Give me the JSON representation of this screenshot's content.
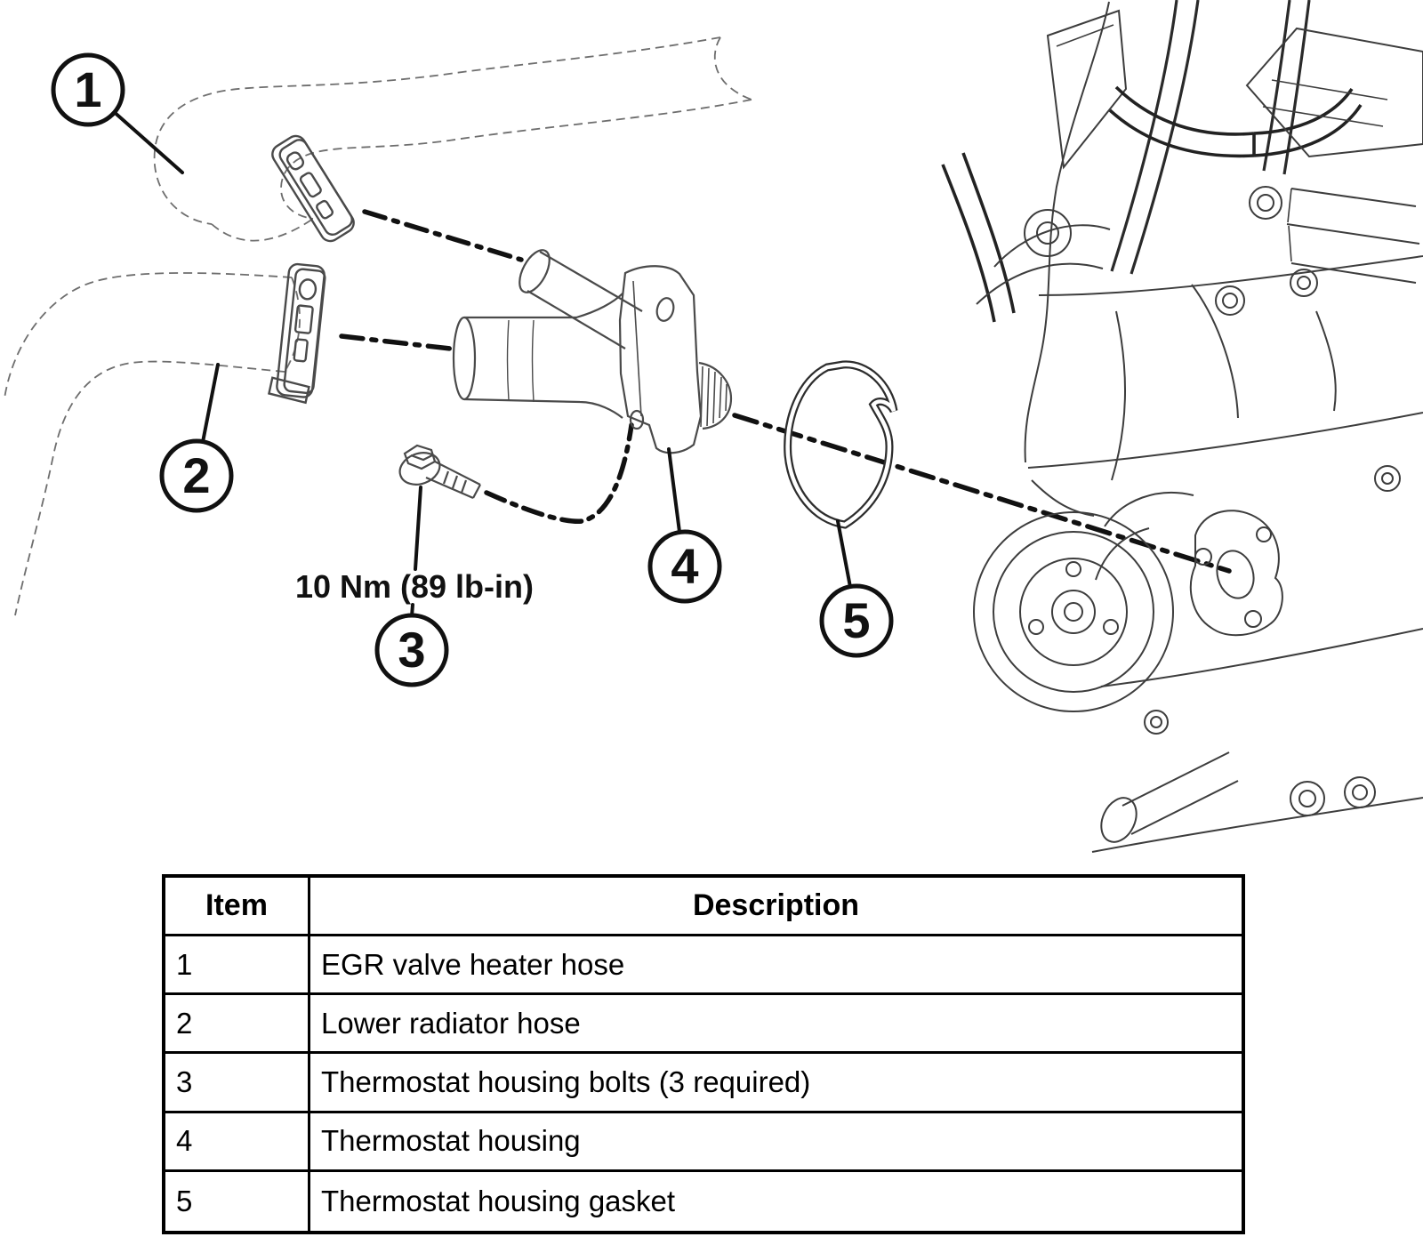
{
  "diagram": {
    "title_implied": "Thermostat housing exploded view",
    "torque_label": "10 Nm (89 lb-in)",
    "callouts": [
      "1",
      "2",
      "3",
      "4",
      "5"
    ],
    "colors": {
      "line": "#1a1a1a",
      "sketch_line": "#4a4a4a",
      "hose_outline": "#6e6e6e",
      "background": "#ffffff"
    }
  },
  "table": {
    "headers": {
      "item": "Item",
      "description": "Description"
    },
    "rows": [
      {
        "item": "1",
        "description": "EGR valve heater hose"
      },
      {
        "item": "2",
        "description": "Lower radiator hose"
      },
      {
        "item": "3",
        "description": "Thermostat housing bolts (3 required)"
      },
      {
        "item": "4",
        "description": "Thermostat housing"
      },
      {
        "item": "5",
        "description": "Thermostat housing gasket"
      }
    ]
  }
}
